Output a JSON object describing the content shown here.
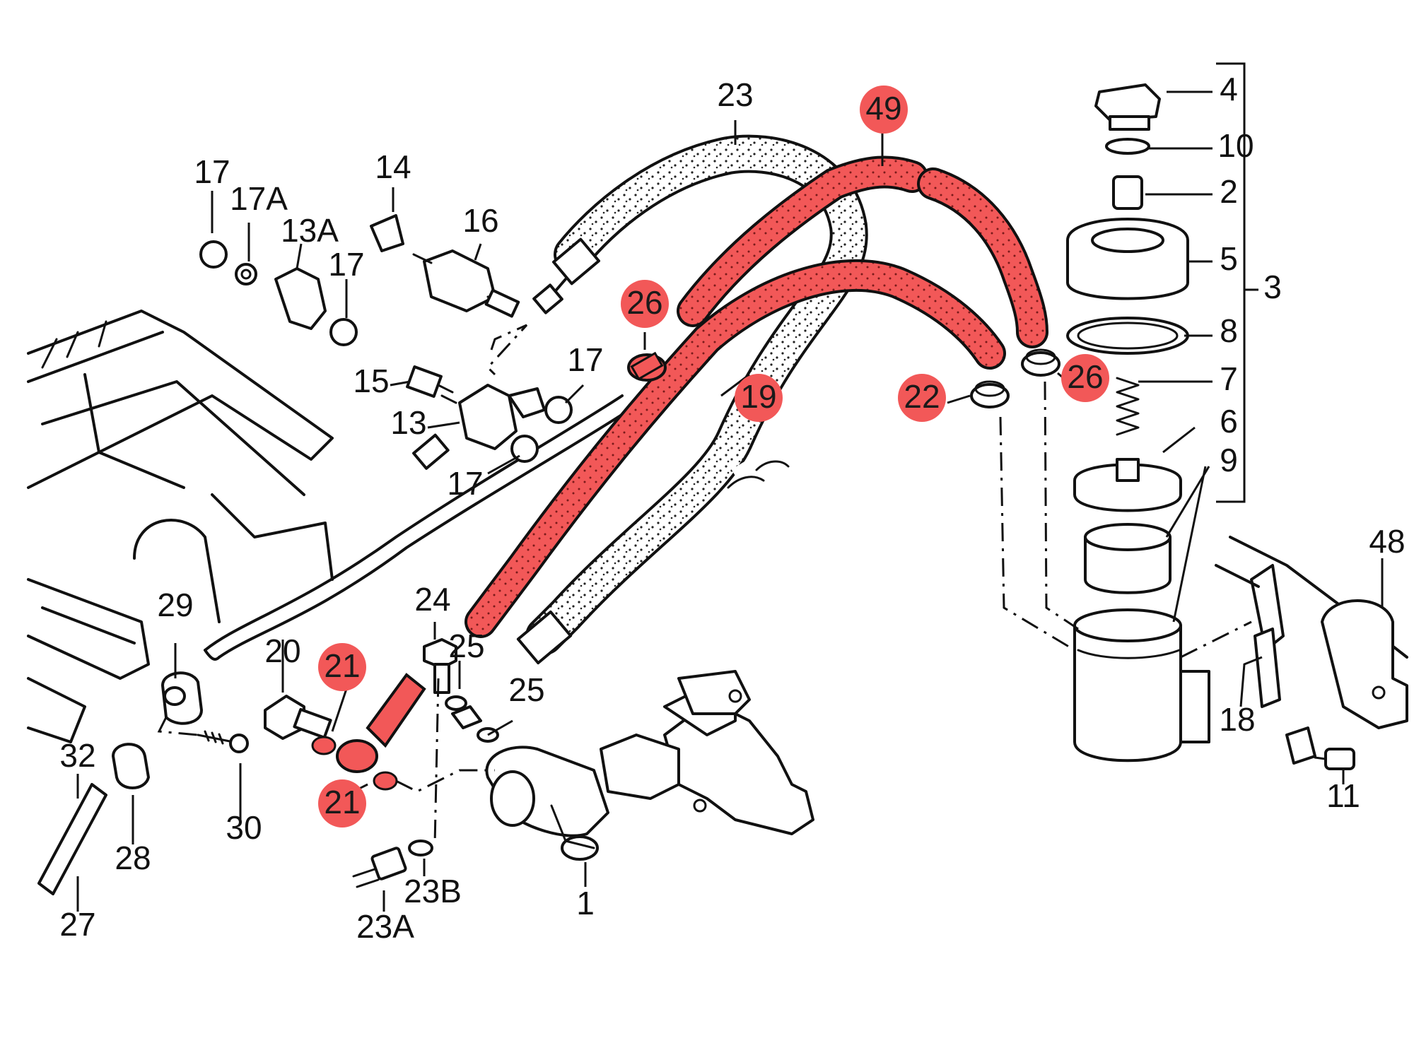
{
  "highlight_color": "#f25858",
  "labels": {
    "p1": "1",
    "p2": "2",
    "p3": "3",
    "p4": "4",
    "p5": "5",
    "p6": "6",
    "p7": "7",
    "p8": "8",
    "p9": "9",
    "p10": "10",
    "p11": "11",
    "p13": "13",
    "p13a": "13A",
    "p14": "14",
    "p15": "15",
    "p16": "16",
    "p17_a": "17",
    "p17a": "17A",
    "p17_b": "17",
    "p17_c": "17",
    "p17_d": "17",
    "p18": "18",
    "p19": "19",
    "p20": "20",
    "p21_a": "21",
    "p21_b": "21",
    "p22": "22",
    "p23": "23",
    "p23a": "23A",
    "p23b": "23B",
    "p24": "24",
    "p25_a": "25",
    "p25_b": "25",
    "p26_a": "26",
    "p26_b": "26",
    "p27": "27",
    "p28": "28",
    "p29": "29",
    "p30": "30",
    "p32": "32",
    "p48": "48",
    "p49": "49"
  }
}
